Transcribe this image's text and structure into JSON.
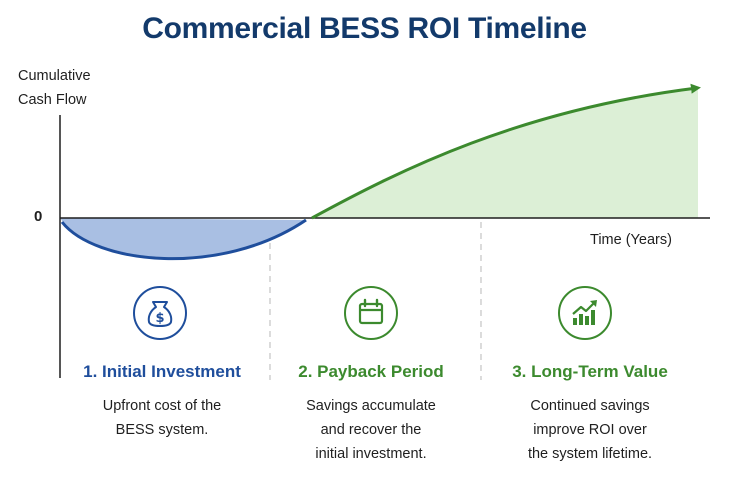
{
  "title": "Commercial BESS ROI Timeline",
  "axes": {
    "y_label_line1": "Cumulative",
    "y_label_line2": "Cash Flow",
    "zero_label": "0",
    "x_label": "Time (Years)"
  },
  "colors": {
    "title": "#133a6b",
    "investment": "#1f4e9c",
    "investment_fill": "#a9bfe3",
    "payback": "#3c8a2e",
    "value_fill": "#dcefd6",
    "divider": "#c8c8c8"
  },
  "phases": [
    {
      "number_title": "1. Initial Investment",
      "description_lines": [
        "Upfront cost of the",
        "BESS system."
      ],
      "icon": "money-bag-icon"
    },
    {
      "number_title": "2. Payback Period",
      "description_lines": [
        "Savings accumulate",
        "and recover the",
        "initial investment."
      ],
      "icon": "calendar-icon"
    },
    {
      "number_title": "3. Long-Term Value",
      "description_lines": [
        "Continued savings",
        "improve ROI over",
        "the system lifetime."
      ],
      "icon": "growth-chart-icon"
    }
  ]
}
